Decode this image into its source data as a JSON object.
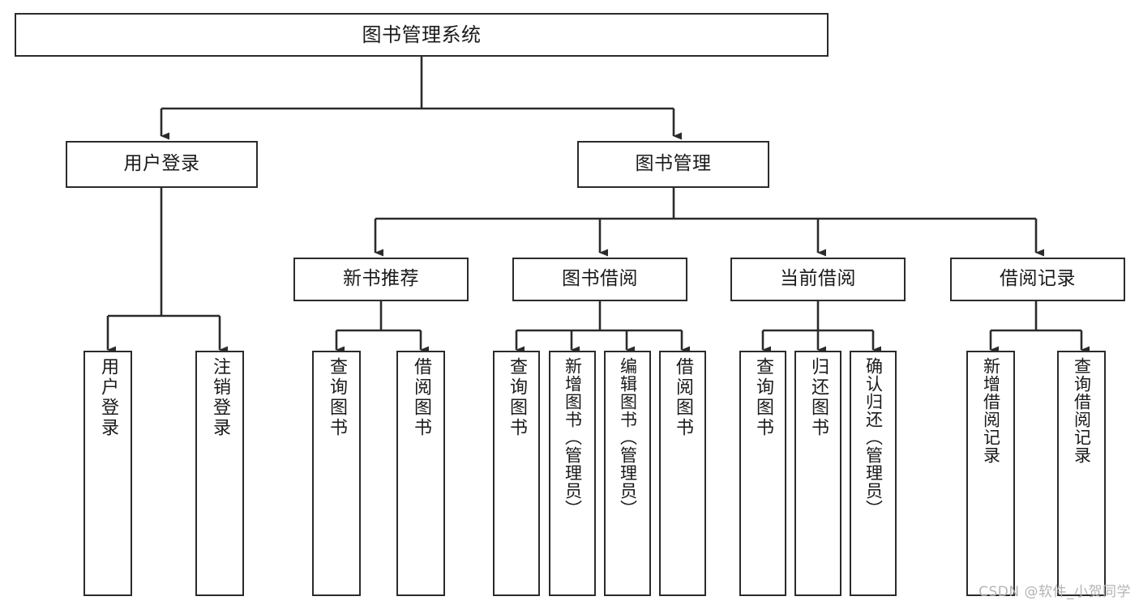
{
  "diagram": {
    "title": "图书管理系统",
    "type": "tree",
    "orientation": "top-down",
    "style": {
      "box_fill": "#ffffff",
      "box_stroke": "#2b2b2b",
      "edge_color": "#2b2b2b",
      "text_color": "#1a1a1a",
      "background": "#ffffff",
      "watermark_color": "#b4b4b4"
    },
    "watermark": "CSDN @软件_小贺同学",
    "nodes": {
      "root": {
        "label": "图书管理系统",
        "level": 0,
        "orientation": "horizontal"
      },
      "user_login": {
        "label": "用户登录",
        "level": 1,
        "orientation": "horizontal"
      },
      "book_manage": {
        "label": "图书管理",
        "level": 1,
        "orientation": "horizontal"
      },
      "new_book_rec": {
        "label": "新书推荐",
        "level": 2,
        "orientation": "horizontal"
      },
      "book_borrow": {
        "label": "图书借阅",
        "level": 2,
        "orientation": "horizontal"
      },
      "current_borrow": {
        "label": "当前借阅",
        "level": 2,
        "orientation": "horizontal"
      },
      "borrow_record": {
        "label": "借阅记录",
        "level": 2,
        "orientation": "horizontal"
      },
      "leaf_user_login": {
        "label": "用户登录",
        "level": 3,
        "orientation": "vertical"
      },
      "leaf_logout": {
        "label": "注销登录",
        "level": 3,
        "orientation": "vertical"
      },
      "leaf_query_book_1": {
        "label": "查询图书",
        "level": 3,
        "orientation": "vertical"
      },
      "leaf_borrow_book_1": {
        "label": "借阅图书",
        "level": 3,
        "orientation": "vertical"
      },
      "leaf_query_book_2": {
        "label": "查询图书",
        "level": 3,
        "orientation": "vertical"
      },
      "leaf_add_book": {
        "label": "新增图书（管理员）",
        "level": 3,
        "orientation": "vertical"
      },
      "leaf_edit_book": {
        "label": "编辑图书（管理员）",
        "level": 3,
        "orientation": "vertical"
      },
      "leaf_borrow_book_2": {
        "label": "借阅图书",
        "level": 3,
        "orientation": "vertical"
      },
      "leaf_query_book_3": {
        "label": "查询图书",
        "level": 3,
        "orientation": "vertical"
      },
      "leaf_return_book": {
        "label": "归还图书",
        "level": 3,
        "orientation": "vertical"
      },
      "leaf_confirm_return": {
        "label": "确认归还（管理员）",
        "level": 3,
        "orientation": "vertical"
      },
      "leaf_add_record": {
        "label": "新增借阅记录",
        "level": 3,
        "orientation": "vertical"
      },
      "leaf_query_record": {
        "label": "查询借阅记录",
        "level": 3,
        "orientation": "vertical"
      }
    },
    "edges": [
      {
        "from": "root",
        "to": "user_login"
      },
      {
        "from": "root",
        "to": "book_manage"
      },
      {
        "from": "user_login",
        "to": "leaf_user_login"
      },
      {
        "from": "user_login",
        "to": "leaf_logout"
      },
      {
        "from": "book_manage",
        "to": "new_book_rec"
      },
      {
        "from": "book_manage",
        "to": "book_borrow"
      },
      {
        "from": "book_manage",
        "to": "current_borrow"
      },
      {
        "from": "book_manage",
        "to": "borrow_record"
      },
      {
        "from": "new_book_rec",
        "to": "leaf_query_book_1"
      },
      {
        "from": "new_book_rec",
        "to": "leaf_borrow_book_1"
      },
      {
        "from": "book_borrow",
        "to": "leaf_query_book_2"
      },
      {
        "from": "book_borrow",
        "to": "leaf_add_book"
      },
      {
        "from": "book_borrow",
        "to": "leaf_edit_book"
      },
      {
        "from": "book_borrow",
        "to": "leaf_borrow_book_2"
      },
      {
        "from": "current_borrow",
        "to": "leaf_query_book_3"
      },
      {
        "from": "current_borrow",
        "to": "leaf_return_book"
      },
      {
        "from": "current_borrow",
        "to": "leaf_confirm_return"
      },
      {
        "from": "borrow_record",
        "to": "leaf_add_record"
      },
      {
        "from": "borrow_record",
        "to": "leaf_query_record"
      }
    ]
  }
}
